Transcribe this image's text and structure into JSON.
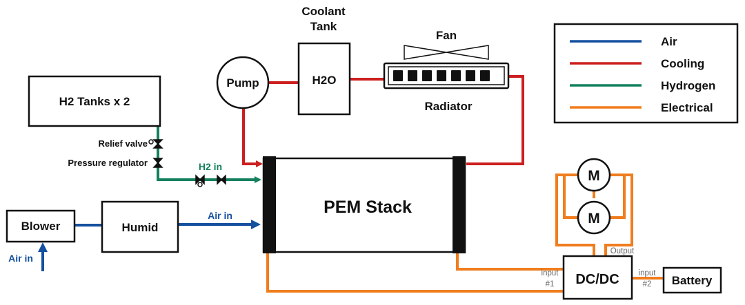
{
  "components": {
    "coolant_tank_title_line1": "Coolant",
    "coolant_tank_title_line2": "Tank",
    "coolant_tank": "H2O",
    "pump": "Pump",
    "fan": "Fan",
    "radiator": "Radiator",
    "h2_tanks": "H2 Tanks x 2",
    "relief_valve": "Relief valve",
    "pressure_regulator": "Pressure regulator",
    "h2_in": "H2 in",
    "blower": "Blower",
    "humid": "Humid",
    "air_in_stack": "Air in",
    "air_in_blower": "Air in",
    "pem_stack": "PEM Stack",
    "motor_1": "M",
    "motor_2": "M",
    "output": "Output",
    "dcdc": "DC/DC",
    "input1_line1": "input",
    "input1_line2": "#1",
    "input2_line1": "input",
    "input2_line2": "#2",
    "battery": "Battery"
  },
  "legend": {
    "items": [
      {
        "label": "Air",
        "color": "#1550a0"
      },
      {
        "label": "Cooling",
        "color": "#cc1f1f"
      },
      {
        "label": "Hydrogen",
        "color": "#14805e"
      },
      {
        "label": "Electrical",
        "color": "#f07d1e"
      }
    ]
  }
}
